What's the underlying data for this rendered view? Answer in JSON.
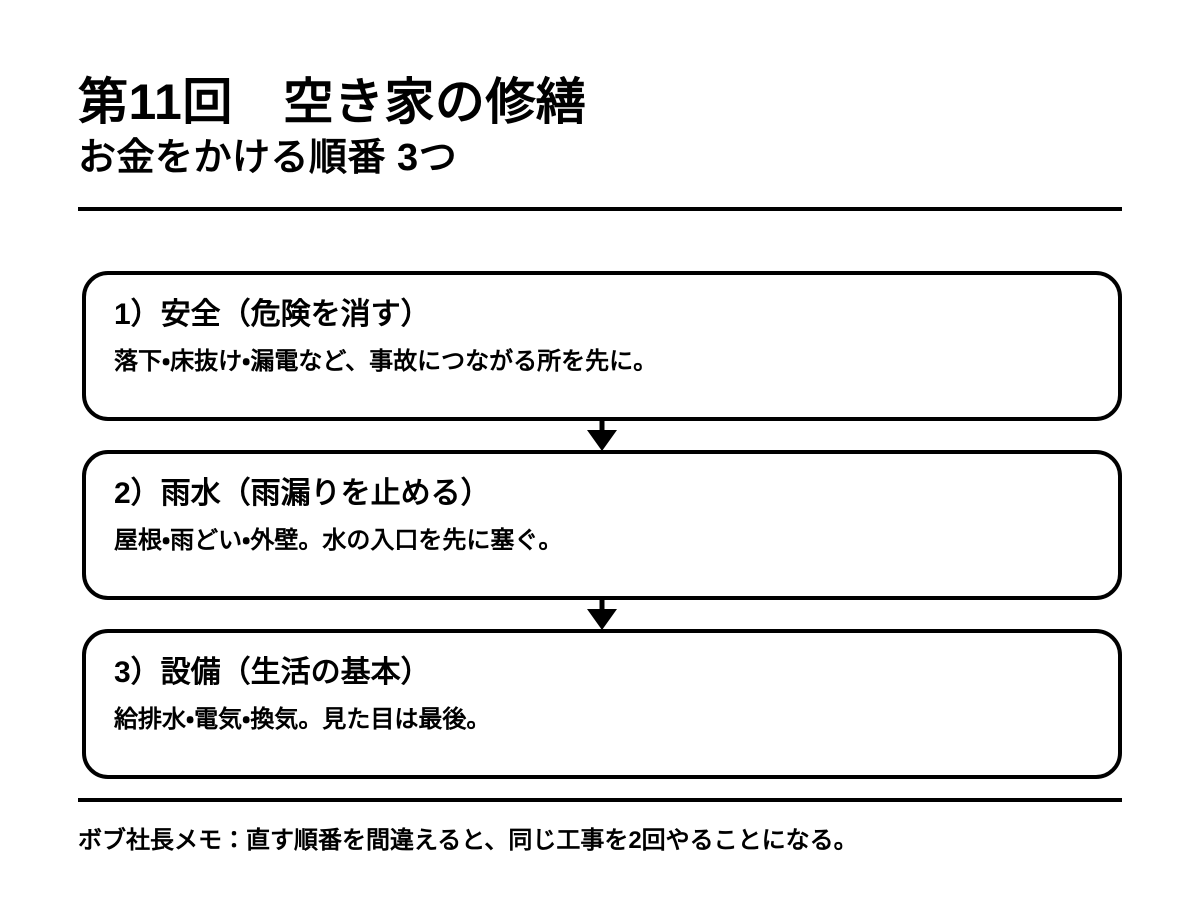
{
  "slide": {
    "title": "第11回　空き家の修繕",
    "subtitle": "お金をかける順番 3つ",
    "accent_color": "#000000",
    "background_color": "#ffffff"
  },
  "steps": [
    {
      "heading": "1）安全（危険を消す）",
      "detail": "落下・床抜け・漏電など、事故につながる所を先に。"
    },
    {
      "heading": "2）雨水（雨漏りを止める）",
      "detail": "屋根・雨どい・外壁。水の入口を先に塞ぐ。"
    },
    {
      "heading": "3）設備（生活の基本）",
      "detail": "給排水・電気・換気。見た目は最後。"
    }
  ],
  "footer": {
    "note": "ボブ社長メモ：直す順番を間違えると、同じ工事を2回やることになる。"
  }
}
